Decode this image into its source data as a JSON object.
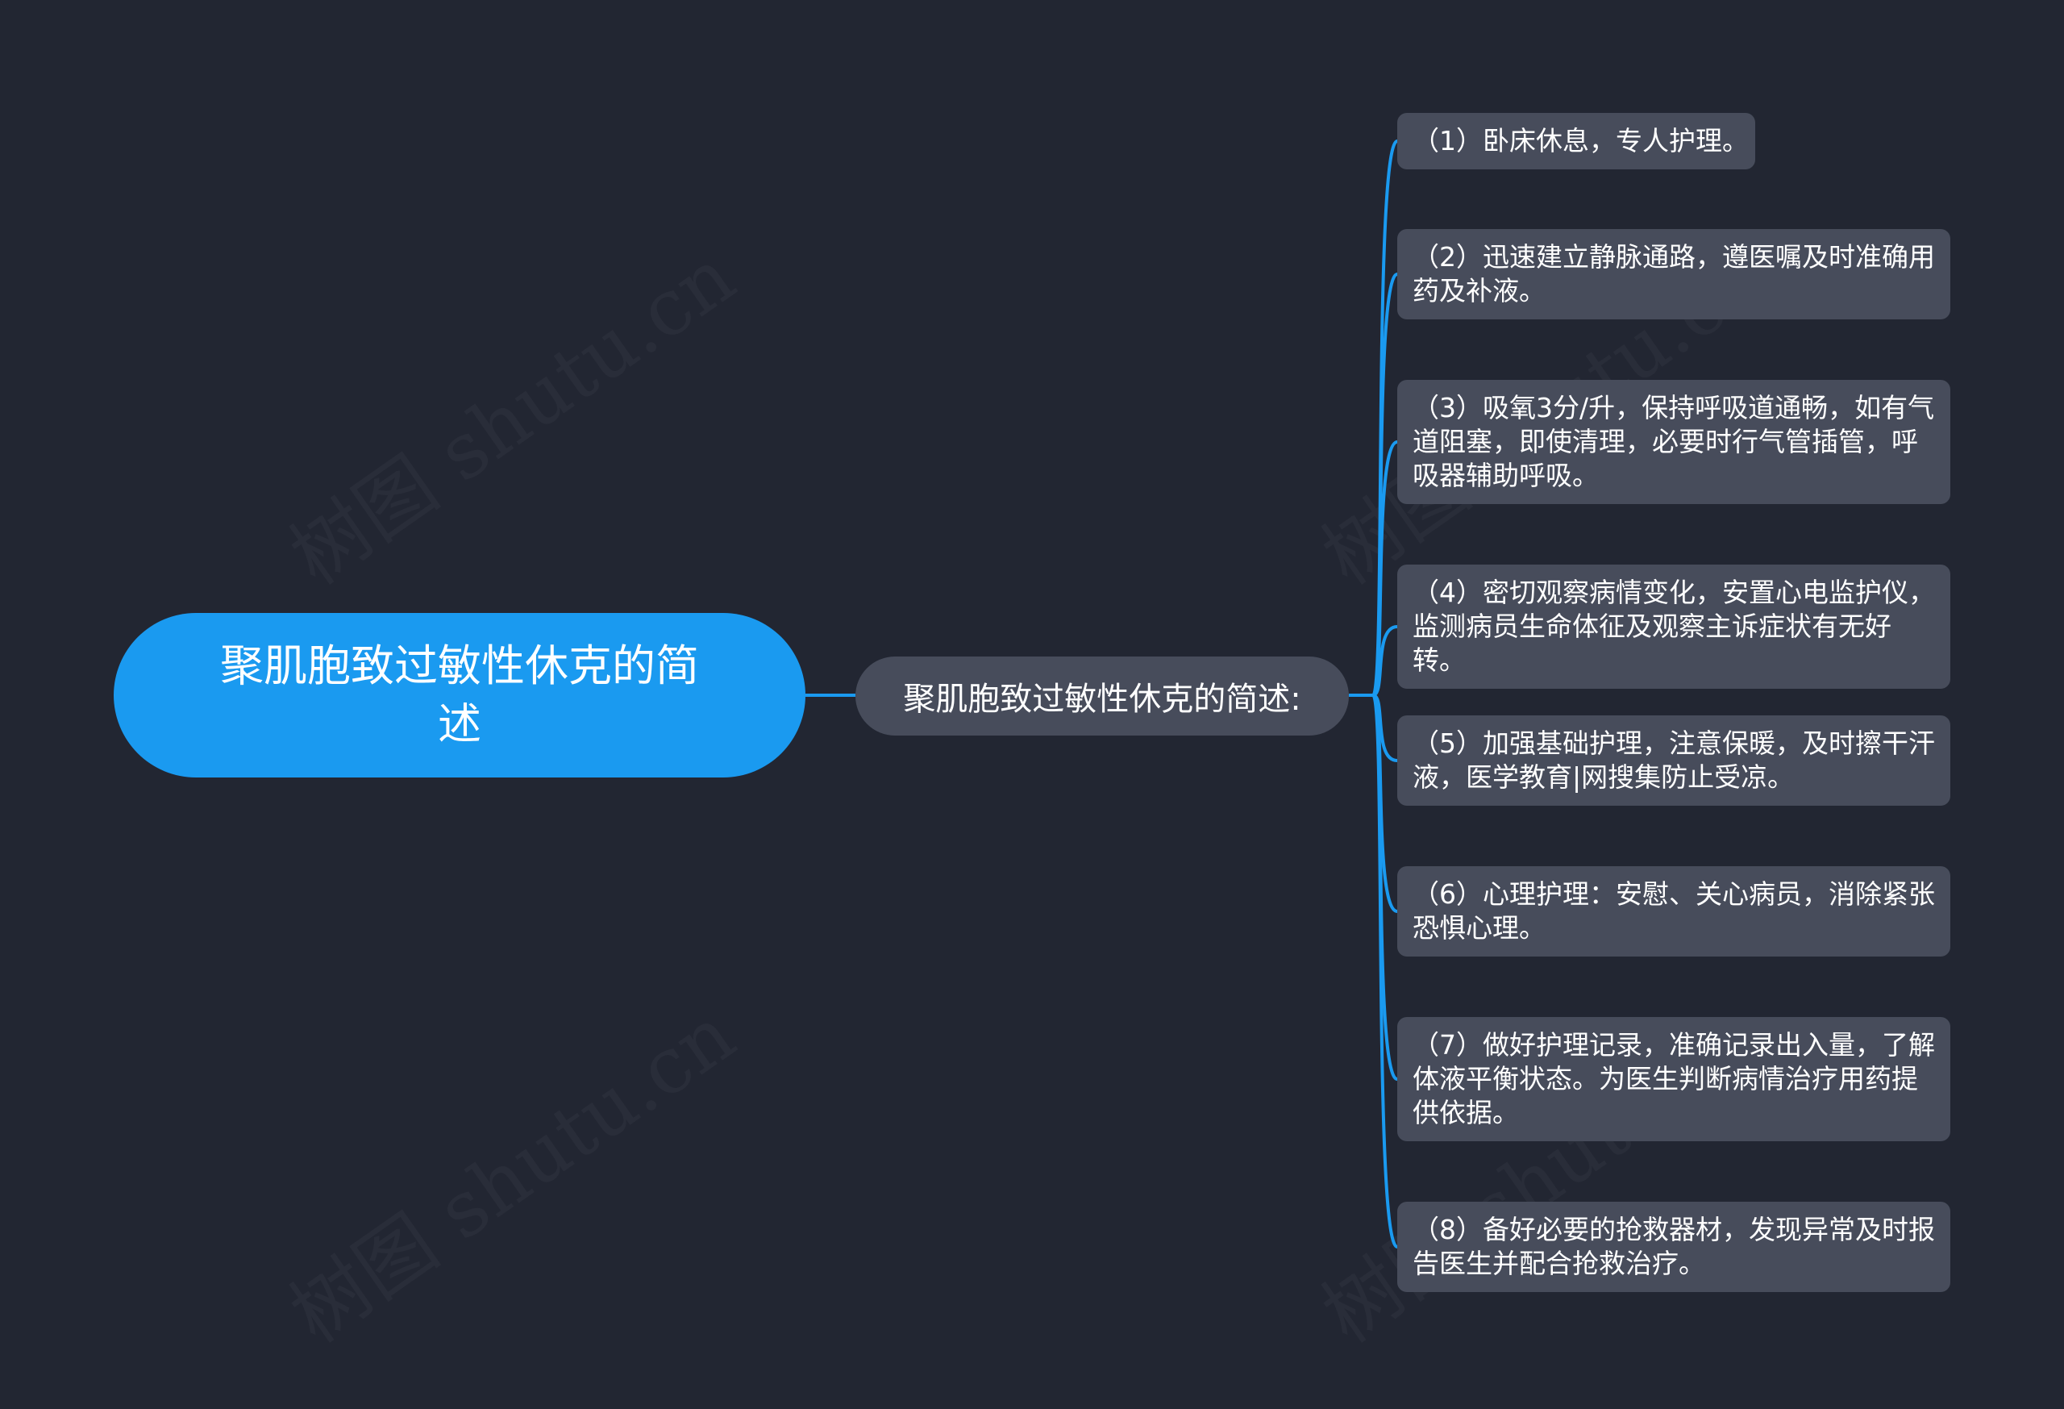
{
  "watermark": "树图 shutu.cn",
  "root": {
    "label": "聚肌胞致过敏性休克的简述"
  },
  "branch": {
    "label": "聚肌胞致过敏性休克的简述:"
  },
  "leaves": [
    "（1）卧床休息，专人护理。",
    "（2）迅速建立静脉通路，遵医嘱及时准确用药及补液。",
    "（3）吸氧3分/升，保持呼吸道通畅，如有气道阻塞，即使清理，必要时行气管插管，呼吸器辅助呼吸。",
    "（4）密切观察病情变化，安置心电监护仪，监测病员生命体征及观察主诉症状有无好转。",
    "（5）加强基础护理，注意保暖，及时擦干汗液，医学教育|网搜集防止受凉。",
    "（6）心理护理：安慰、关心病员，消除紧张恐惧心理。",
    "（7）做好护理记录，准确记录出入量，了解体液平衡状态。为医生判断病情治疗用药提供依据。",
    "（8）备好必要的抢救器材，发现异常及时报告医生并配合抢救治疗。"
  ],
  "colors": {
    "background": "#222632",
    "root_fill": "#1a9af0",
    "node_fill": "#474c5b",
    "connector": "#1a9af0",
    "text": "#ffffff"
  }
}
